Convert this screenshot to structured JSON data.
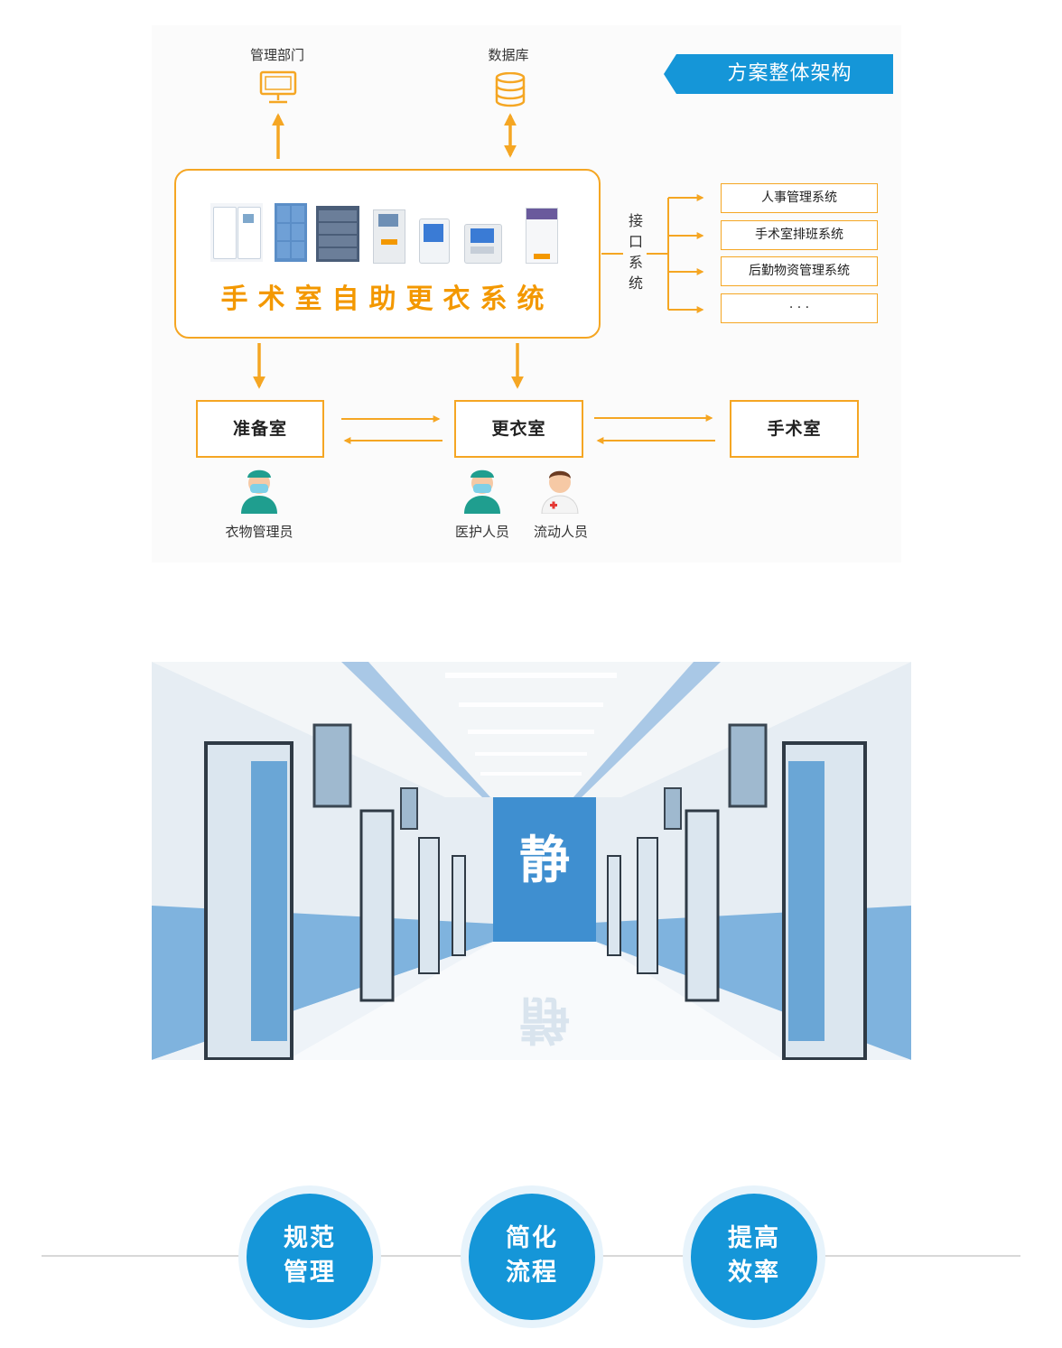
{
  "badge": {
    "title": "方案整体架构",
    "color": "#1596d8"
  },
  "top_nodes": {
    "management": "管理部门",
    "database": "数据库"
  },
  "core": {
    "title": "手术室自助更衣系统"
  },
  "interface": {
    "label_chars": [
      "接",
      "口",
      "系",
      "统"
    ]
  },
  "systems": [
    "人事管理系统",
    "手术室排班系统",
    "后勤物资管理系统",
    "· · ·"
  ],
  "rooms": {
    "prep": "准备室",
    "changing": "更衣室",
    "surgery": "手术室"
  },
  "people": {
    "clothing_admin": "衣物管理员",
    "medical_staff": "医护人员",
    "visitor": "流动人员"
  },
  "corridor": {
    "wall_sign": "静"
  },
  "features": [
    {
      "line1": "规范",
      "line2": "管理"
    },
    {
      "line1": "简化",
      "line2": "流程"
    },
    {
      "line1": "提高",
      "line2": "效率"
    }
  ],
  "colors": {
    "accent": "#f39800",
    "arrow": "#f5a623",
    "brand_blue": "#1596d8"
  },
  "icons": [
    "monitor-icon",
    "database-icon",
    "nurse-icon",
    "doctor-icon"
  ]
}
